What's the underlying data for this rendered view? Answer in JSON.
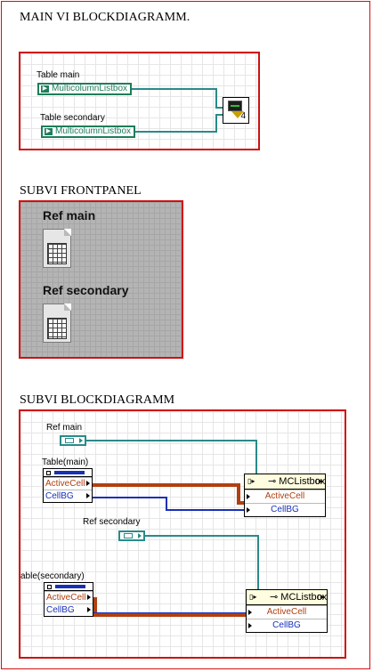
{
  "headings": {
    "main_vi": "MAIN VI BLOCKDIAGRAMM.",
    "subvi_frontpanel": "SUBVI FRONTPANEL",
    "subvi_blockdiagram": "SUBVI BLOCKDIAGRAMM"
  },
  "main_diagram": {
    "table_main_label": "Table main",
    "table_main_control": "MulticolumnListbox",
    "table_secondary_label": "Table secondary",
    "table_secondary_control": "MulticolumnListbox",
    "subvi_terminal_count": "4"
  },
  "frontpanel": {
    "ref_main_label": "Ref main",
    "ref_secondary_label": "Ref secondary"
  },
  "subvi_diagram": {
    "ref_main_label": "Ref main",
    "table_main_label": "Table(main)",
    "table_main_props": [
      "ActiveCell",
      "CellBG"
    ],
    "invoke_node_1": {
      "title": "MCListbox",
      "rows": [
        "ActiveCell",
        "CellBG"
      ]
    },
    "ref_secondary_label": "Ref secondary",
    "table_secondary_label": "able(secondary)",
    "table_secondary_props": [
      "ActiveCell",
      "CellBG"
    ],
    "invoke_node_2": {
      "title": "MCListbox",
      "rows": [
        "ActiveCell",
        "CellBG"
      ]
    }
  },
  "colors": {
    "panel_border": "#d01010",
    "refnum_wire": "#2a8a8a",
    "cluster_wire": "#b04010",
    "color_wire": "#1830b8"
  }
}
